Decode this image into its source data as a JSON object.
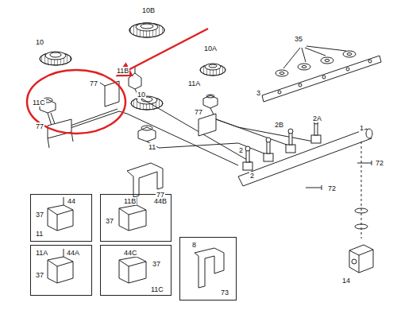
{
  "diagram": {
    "nodes": [
      {
        "text": [
          "44",
          "37",
          "11"
        ]
      },
      {
        "text": [
          "11B",
          "44B",
          "37"
        ]
      },
      {
        "text": [
          "11A",
          "44A",
          "37"
        ]
      },
      {
        "text": [
          "44C",
          "37",
          "11C"
        ]
      },
      {
        "text": [
          "8",
          "73"
        ]
      }
    ],
    "labels": [
      "10B",
      "10",
      "11B",
      "77",
      "10A",
      "35",
      "11C",
      "10",
      "11A",
      "3",
      "77",
      "2B",
      "2A",
      "1",
      "77",
      "11",
      "2",
      "2",
      "77",
      "72",
      "72",
      "14"
    ]
  }
}
